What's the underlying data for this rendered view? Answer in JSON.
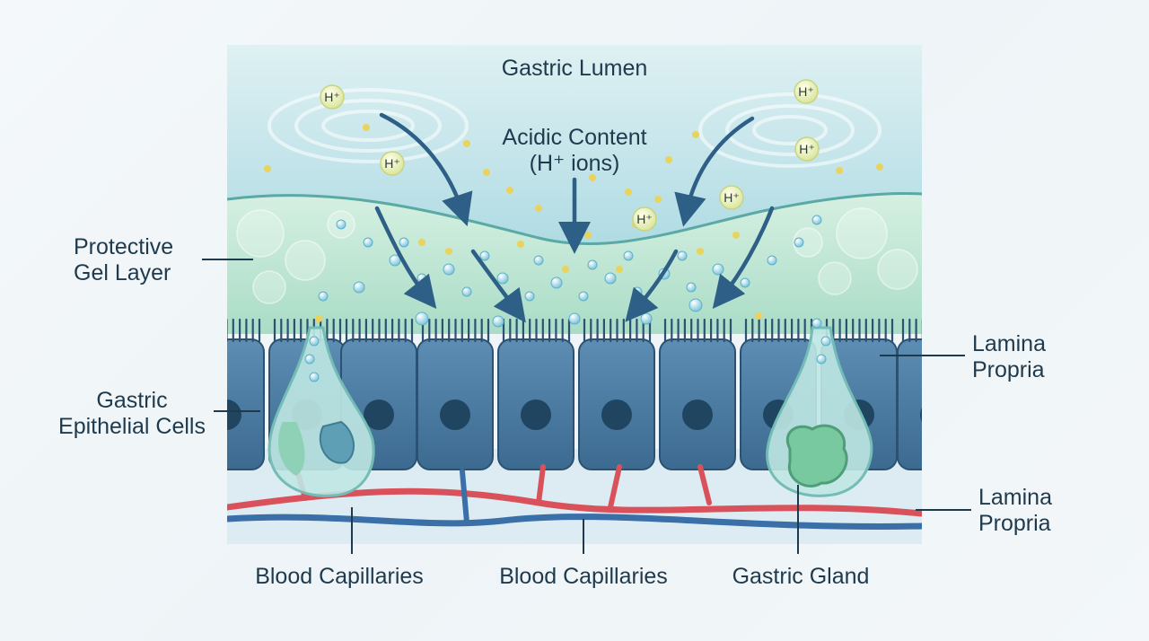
{
  "title": "Gastric Lumen",
  "acidic_content": {
    "line1": "Acidic Content",
    "line2": "(H⁺ ions)"
  },
  "ion_symbol": "H⁺",
  "labels": {
    "protective_gel": {
      "line1": "Protective",
      "line2": "Gel Layer"
    },
    "epithelial_cells": {
      "line1": "Gastric",
      "line2": "Epithelial Cells"
    },
    "lamina_propria_upper": {
      "line1": "Lamina",
      "line2": "Propria"
    },
    "lamina_propria_lower": {
      "line1": "Lamina",
      "line2": "Propria"
    },
    "blood_capillaries_left": "Blood Capillaries",
    "blood_capillaries_center": "Blood Capillaries",
    "gastric_gland": "Gastric Gland"
  },
  "colors": {
    "lumen": "#bfe3ea",
    "gel": "#cdeedd",
    "cell": "#3f6f95",
    "nucleus": "#1f4560",
    "artery": "#d9525b",
    "vein": "#3b6fa8",
    "arrow": "#2e5f86",
    "ion": "#eef3b8"
  }
}
